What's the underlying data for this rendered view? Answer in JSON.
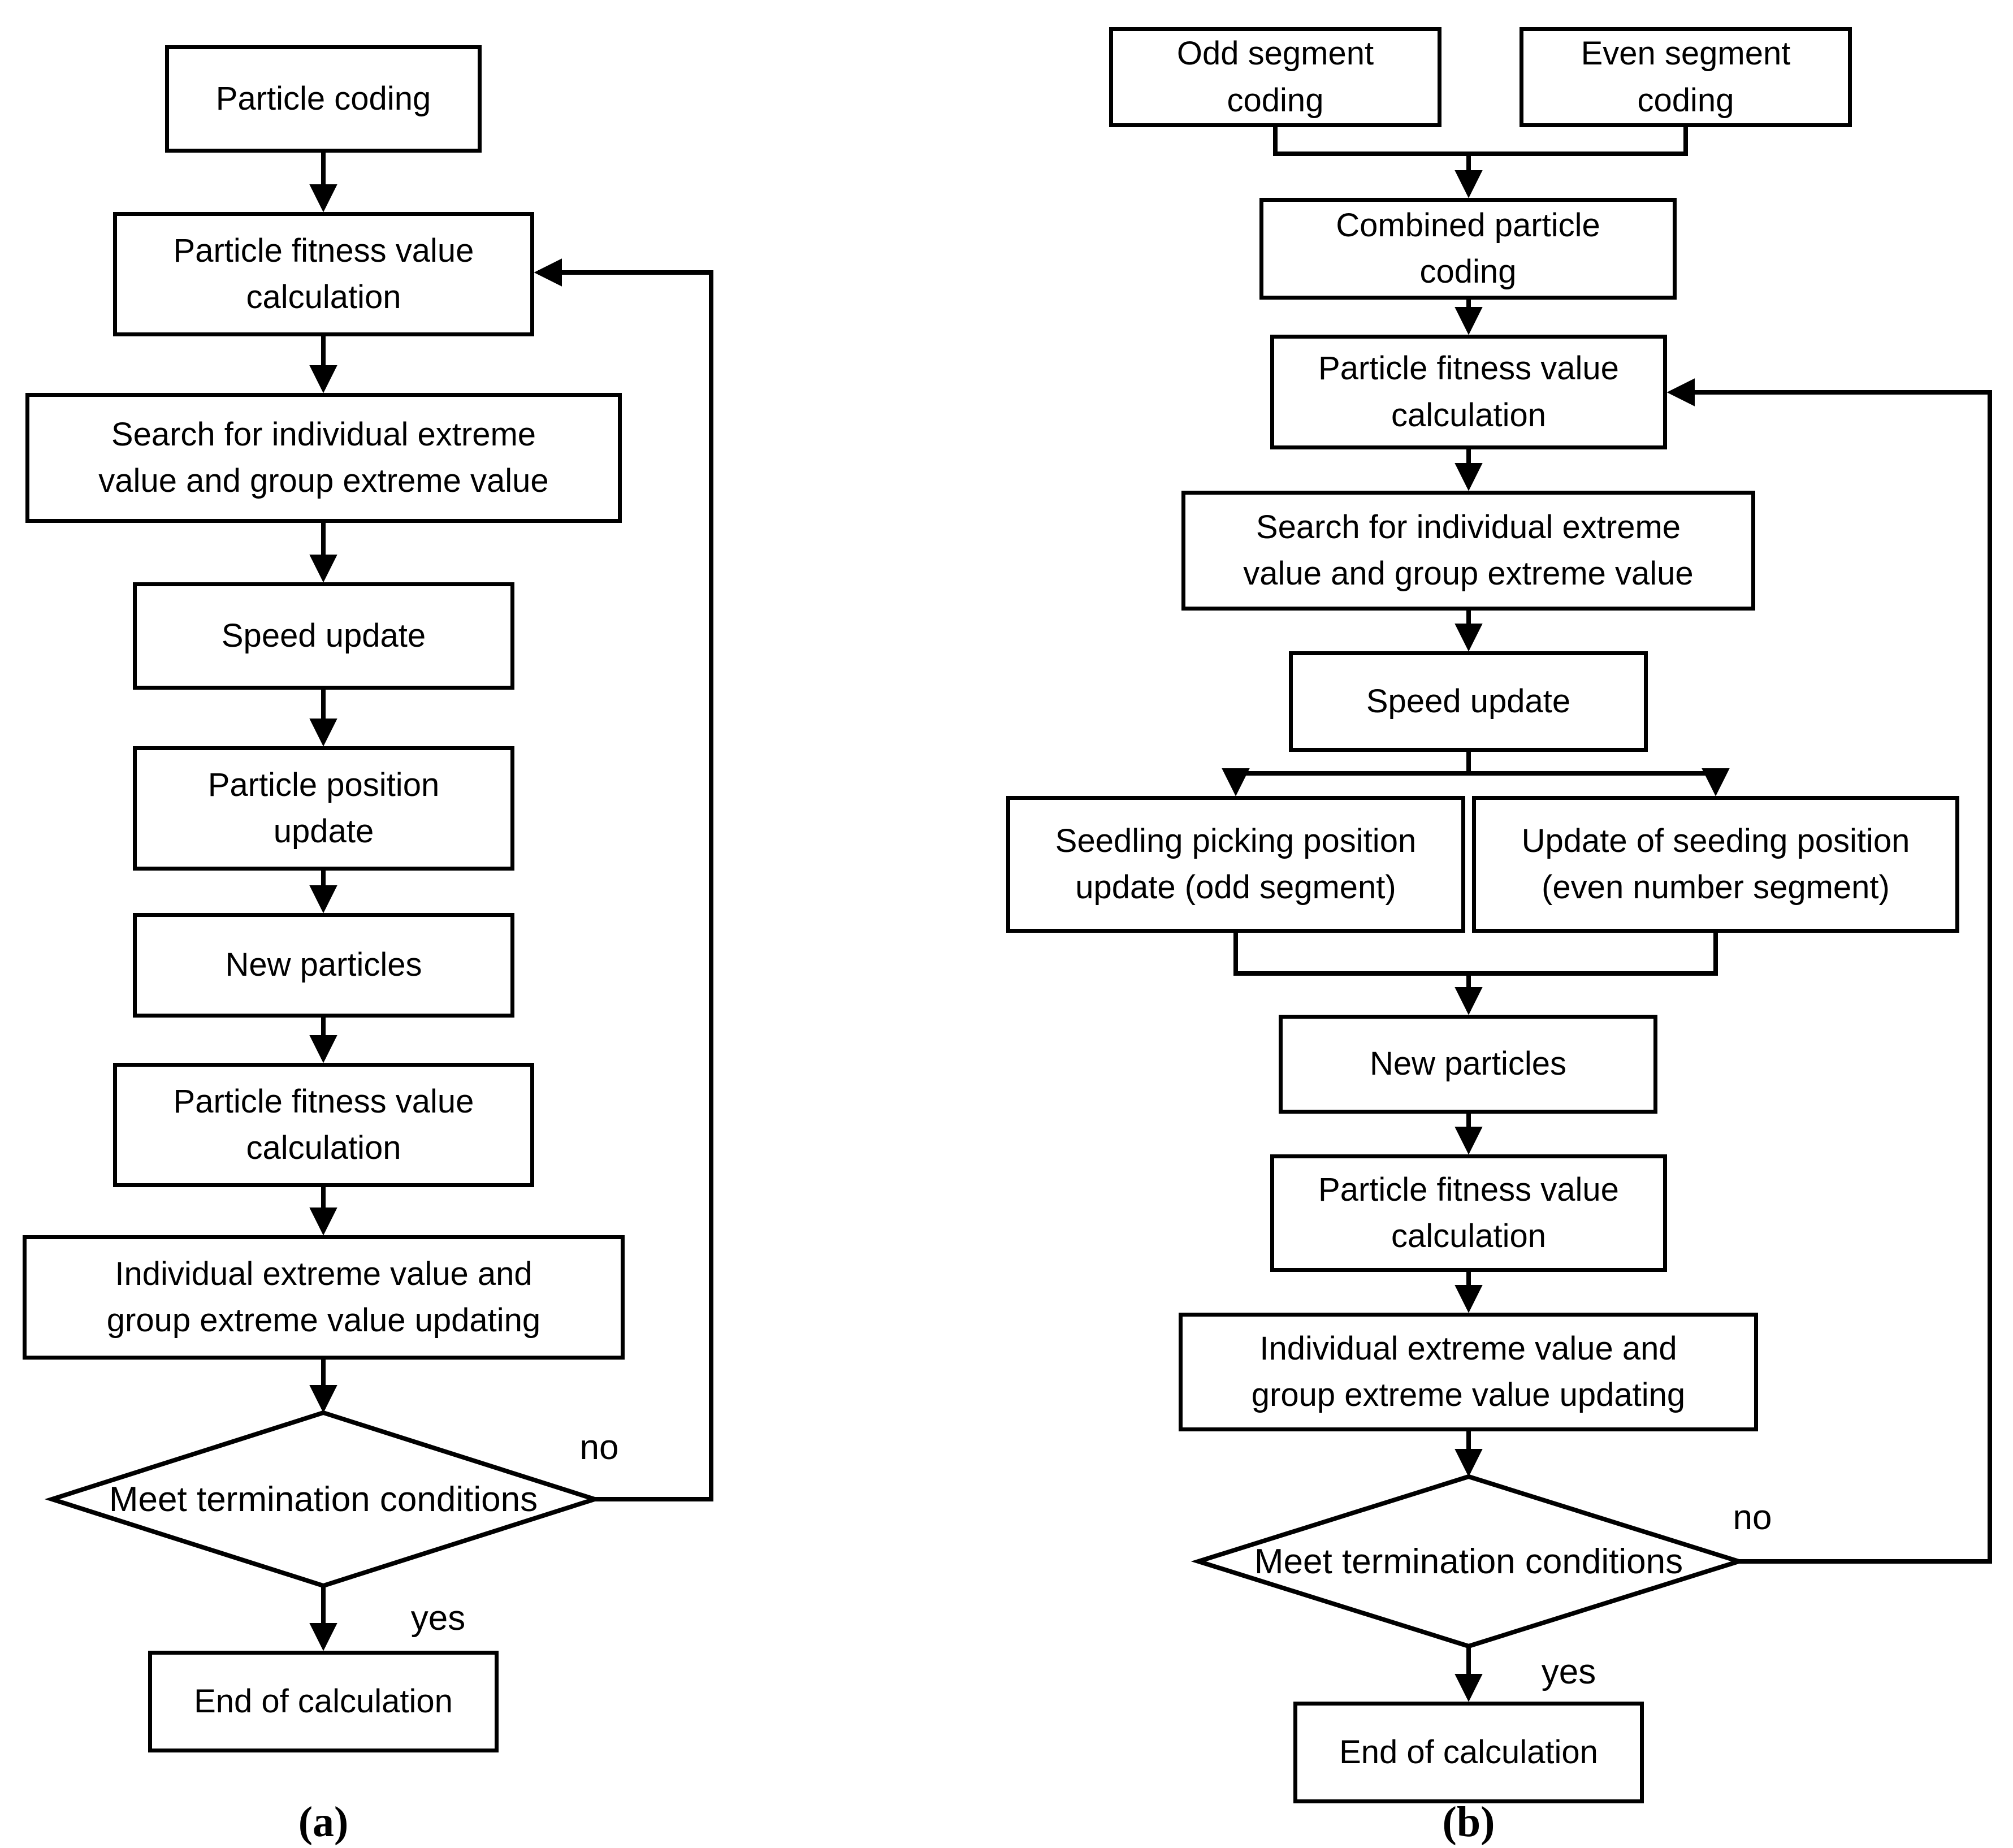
{
  "a": {
    "caption": "(a)",
    "no_label": "no",
    "yes_label": "yes",
    "nodes": {
      "particle_coding": "Particle coding",
      "fitness_1": "Particle fitness value\ncalculation",
      "search_extreme": "Search for individual extreme\nvalue and group extreme value",
      "speed_update": "Speed update",
      "position_update": "Particle position\nupdate",
      "new_particles": "New particles",
      "fitness_2": "Particle fitness value\ncalculation",
      "extreme_updating": "Individual extreme value and\ngroup extreme value updating",
      "termination": "Meet termination conditions",
      "end": "End of calculation"
    }
  },
  "b": {
    "caption": "(b)",
    "no_label": "no",
    "yes_label": "yes",
    "nodes": {
      "odd_coding": "Odd segment\ncoding",
      "even_coding": "Even segment\ncoding",
      "combined_coding": "Combined particle\ncoding",
      "fitness_1": "Particle fitness value\ncalculation",
      "search_extreme": "Search for individual extreme\nvalue and group extreme value",
      "speed_update": "Speed update",
      "odd_position_update": "Seedling picking position\nupdate (odd segment)",
      "even_position_update": "Update of seeding position\n(even number segment)",
      "new_particles": "New particles",
      "fitness_2": "Particle fitness value\ncalculation",
      "extreme_updating": "Individual extreme value and\ngroup extreme value updating",
      "termination": "Meet termination conditions",
      "end": "End of calculation"
    }
  }
}
